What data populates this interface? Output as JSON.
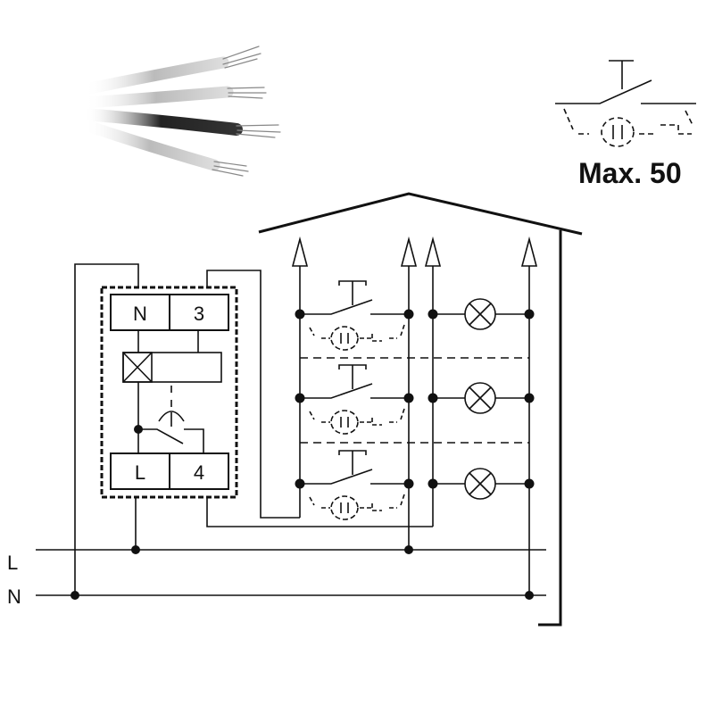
{
  "terminals": {
    "top_left": "N",
    "top_right": "3",
    "bottom_left": "L",
    "bottom_right": "4"
  },
  "bus_labels": {
    "line": "L",
    "neutral": "N"
  },
  "max_label": "Max. 50",
  "rows": 3,
  "colors": {
    "line": "#111111",
    "background": "#ffffff"
  }
}
